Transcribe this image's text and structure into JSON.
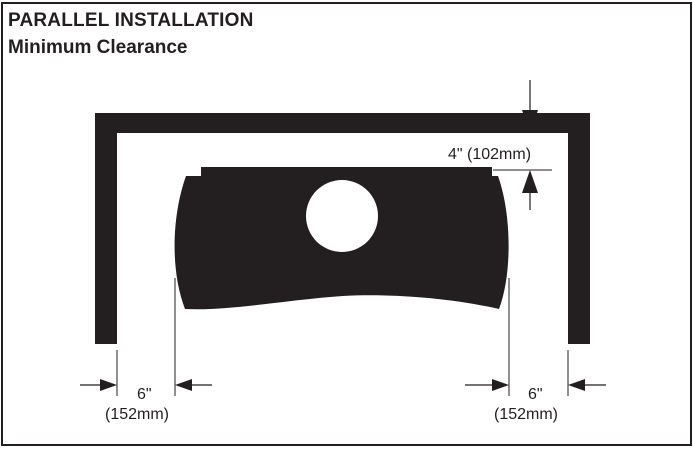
{
  "title": "PARALLEL INSTALLATION",
  "subtitle": "Minimum Clearance",
  "dimensions": {
    "top_clearance": "4\" (102mm)",
    "left_inches": "6\"",
    "left_mm": "(152mm)",
    "right_inches": "6\"",
    "right_mm": "(152mm)"
  },
  "colors": {
    "ink": "#231f20",
    "background": "#ffffff"
  }
}
